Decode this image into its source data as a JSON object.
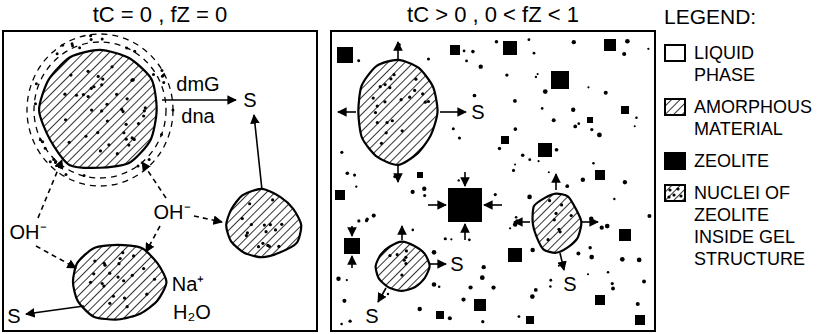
{
  "diagram": {
    "nodes": [
      {
        "text": [
          "tC = 0 , fZ = 0"
        ]
      },
      {
        "text": [
          "tC > 0 , 0 < fZ < 1"
        ]
      }
    ],
    "labels": [
      "dmG",
      "dna",
      "S",
      "OH⁻",
      "OH⁻",
      "Na⁺",
      "H₂O",
      "S",
      "S",
      "S",
      "S",
      "S",
      "LEGEND:"
    ],
    "legend": [
      {
        "text": "LIQUID PHASE",
        "color": "#ffffff"
      },
      {
        "text": "AMORPHOUS MATERIAL"
      },
      {
        "text": "ZEOLITE",
        "color": "#000000"
      },
      {
        "text": "NUCLEI OF ZEOLITE INSIDE GEL STRUCTURE"
      }
    ]
  }
}
